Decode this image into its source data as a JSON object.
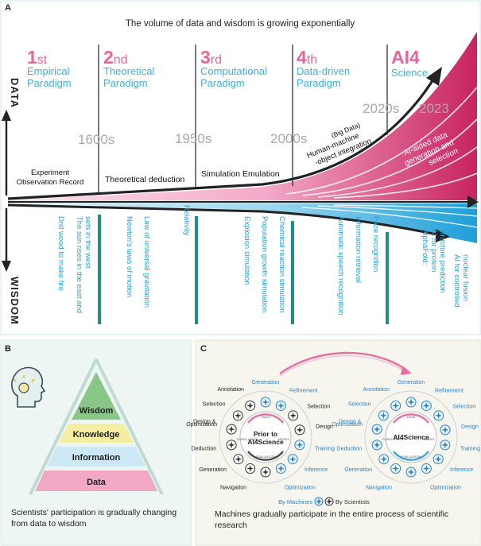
{
  "panel_a": {
    "letter": "A",
    "title": "The volume of data and wisdom is growing exponentially",
    "axis_up": "DATA",
    "axis_down": "WISDOM",
    "paradigms": [
      {
        "ordinal": "1",
        "suffix": "st",
        "line1": "Empirical",
        "line2": "Paradigm"
      },
      {
        "ordinal": "2",
        "suffix": "nd",
        "line1": "Theoretical",
        "line2": "Paradigm"
      },
      {
        "ordinal": "3",
        "suffix": "rd",
        "line1": "Computational",
        "line2": "Paradigm"
      },
      {
        "ordinal": "4",
        "suffix": "th",
        "line1": "Data-driven",
        "line2": "Paradigm"
      },
      {
        "ordinal": "AI4",
        "suffix": "",
        "line1": "Science",
        "line2": ""
      }
    ],
    "years": [
      "1600s",
      "1950s",
      "2000s",
      "2020s",
      "2023"
    ],
    "stage_labels": {
      "experiment_1": "Experiment",
      "experiment_2": "Observation Record",
      "theory": "Theoretical deduction",
      "simulation": "Simulation Emulation",
      "bigdata": "(Big Data)",
      "hmo_1": "Human-machine",
      "hmo_2": "-object integration",
      "ai_1": "AI-aided data",
      "ai_2": "generation and",
      "ai_3": "selection"
    },
    "achievements": [
      "Drill wood to make fire",
      "The sun rises in the east and",
      "sets in the west",
      "Newton's laws of motion",
      "Law of universal gravitation",
      "Relativity",
      "Explosion simulation",
      "Population growth simulation",
      "Chemical reaction simulation",
      "Automatic speech recognition",
      "Information retrieval",
      "Face recognition",
      "AlphaFold:",
      "AI for protein",
      "structure prediction",
      "AI for controlled",
      "nuclear fusion"
    ]
  },
  "panel_b": {
    "letter": "B",
    "pyramid": [
      "Wisdom",
      "Knowledge",
      "Information",
      "Data"
    ],
    "caption_1": "Scientists' participation is gradually changing",
    "caption_2": "from data to wisdom"
  },
  "panel_c": {
    "letter": "C",
    "left_center_1": "Prior to",
    "left_center_2": "AI4Science",
    "right_center": "AI4Science",
    "steps": [
      "Generation",
      "Refinement",
      "Selection",
      "Design",
      "Training",
      "Inference",
      "Optimization",
      "Navigation",
      "Generation",
      "Deduction",
      "Design &",
      "Optimization",
      "Selection",
      "Annotation"
    ],
    "inner_words": [
      "DATA",
      "MODEL",
      "EVALUATION",
      "CONCLUSION"
    ],
    "legend_machines": "By Machines",
    "legend_scientists": "By Scientists",
    "caption_1": "Machines gradually participate in the entire process of scientific",
    "caption_2": "research"
  },
  "colors": {
    "pink": "#e4679a",
    "magenta": "#c8245e",
    "cyan": "#4bb7df",
    "teal": "#1e8f82",
    "pyramid": [
      "#88c787",
      "#f5eea1",
      "#cde8f5",
      "#f0a8c5"
    ]
  }
}
